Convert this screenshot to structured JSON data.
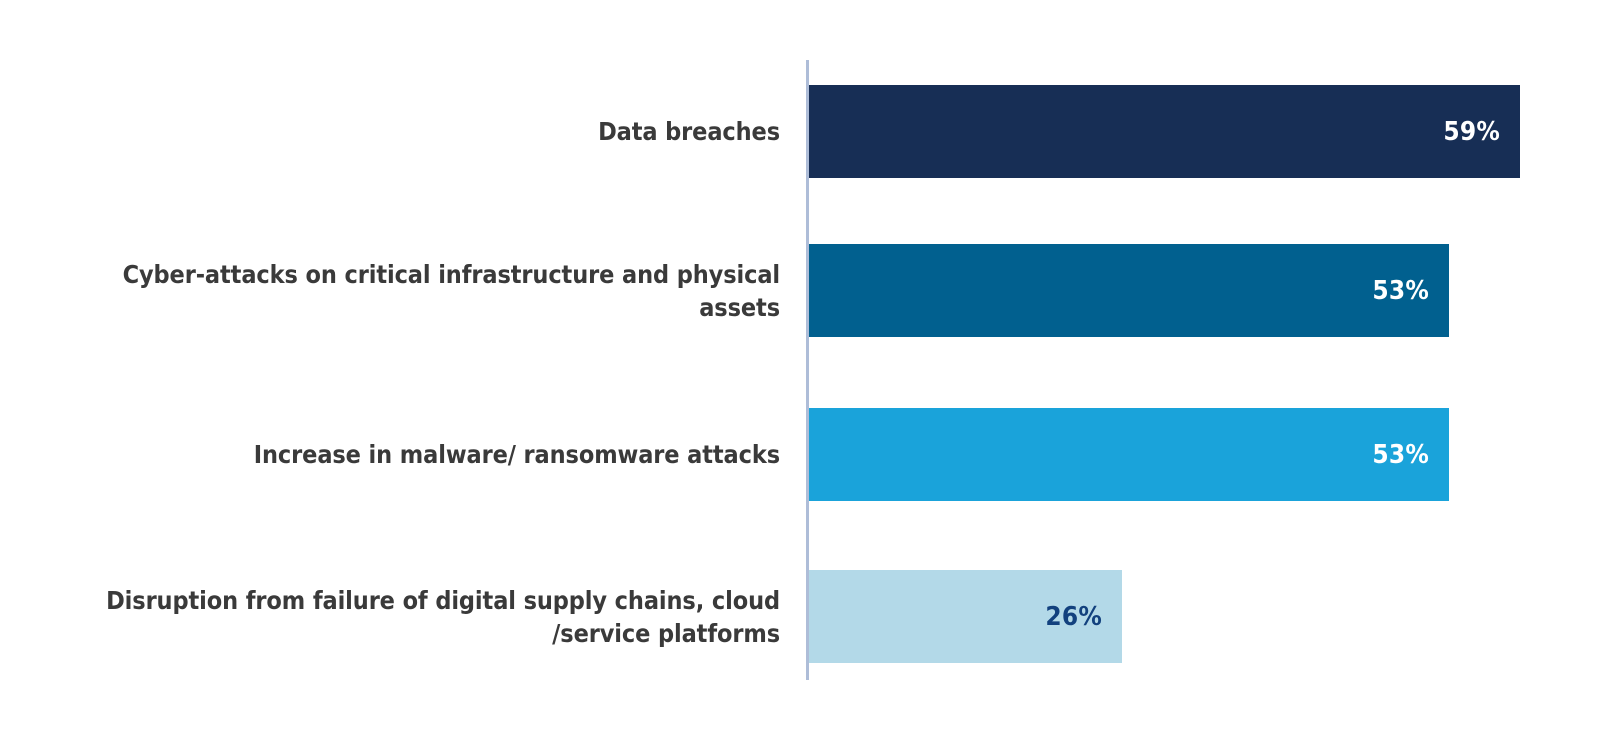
{
  "chart_data": {
    "type": "bar",
    "orientation": "horizontal",
    "title": "",
    "subtitle": "",
    "xlabel": "",
    "ylabel": "",
    "xlim": [
      0,
      83
    ],
    "grid": false,
    "legend": null,
    "axis_line_color": "#aebdd8",
    "categories": [
      "Data breaches",
      "Cyber-attacks on critical infrastructure and physical assets",
      "Increase in malware/ ransomware attacks",
      "Disruption from failure of digital supply chains, cloud\n/service platforms"
    ],
    "values": [
      59,
      53,
      53,
      26
    ],
    "value_labels": [
      "59%",
      "53%",
      "53%",
      "26%"
    ],
    "bar_colors": [
      "#172E55",
      "#01608F",
      "#1AA3DA",
      "#B3D9E8"
    ],
    "value_label_colors": [
      "#ffffff",
      "#ffffff",
      "#ffffff",
      "#12417E"
    ],
    "category_label_color": "#3a3a3a"
  }
}
